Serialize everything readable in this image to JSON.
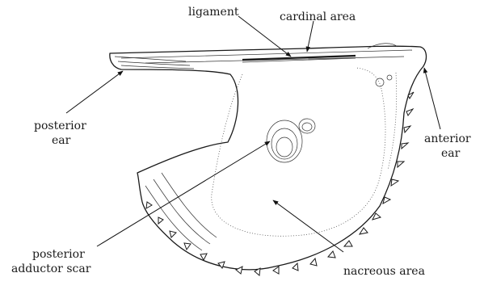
{
  "labels": {
    "ligament": "ligament",
    "cardinal_area": "cardinal area",
    "posterior_ear_line1": "posterior",
    "posterior_ear_line2": "ear",
    "anterior_ear_line1": "anterior",
    "anterior_ear_line2": "ear",
    "posterior_adductor_line1": "posterior",
    "posterior_adductor_line2": "adductor scar",
    "nacreous_area": "nacreous area"
  },
  "colors": {
    "line": "#1a1a1a",
    "background": "#ffffff"
  }
}
